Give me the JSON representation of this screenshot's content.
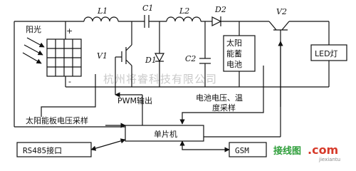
{
  "components": {
    "inductor1": "L1",
    "capacitor1": "C1",
    "inductor2": "L2",
    "diode2": "D2",
    "transistor2": "V2",
    "transistor1": "V1",
    "diode1": "D1",
    "capacitor2": "C2"
  },
  "labels": {
    "solar_light": "阳光",
    "panel_plus": "+",
    "panel_minus": "-",
    "battery_line1": "太阳",
    "battery_line2": "能蓄",
    "battery_line3": "电池",
    "load": "LED灯",
    "pwm": "PWM输出",
    "battery_sampling_line1": "电池电压、温",
    "battery_sampling_line2": "度采样",
    "panel_sampling": "太阳能板电压采样",
    "mcu": "单片机",
    "rs485": "RS485接口",
    "gsm": "GSM"
  },
  "watermark": {
    "text": "杭州将睿科技有限公司",
    "logo_cn": "接线图",
    "logo_com": ".com",
    "logo_sub": "jiexiantu"
  },
  "colors": {
    "line": "#111111",
    "watermark": "#c9c9c9",
    "logo_green": "#2e9e3a",
    "logo_red": "#d63a2a"
  }
}
